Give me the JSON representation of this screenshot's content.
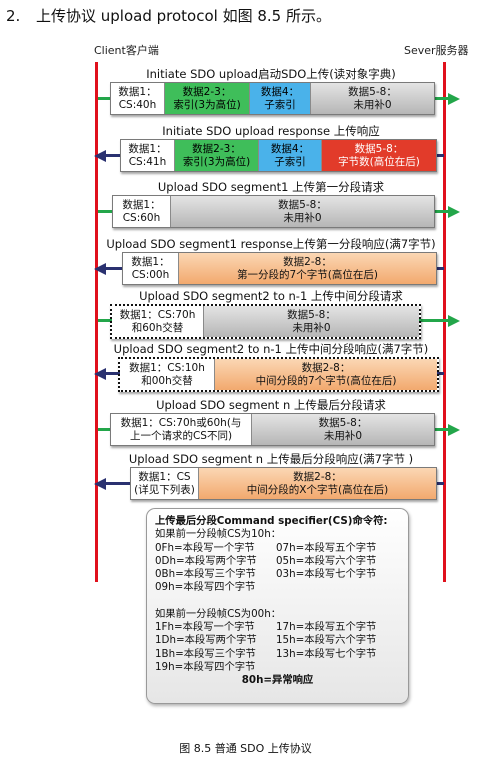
{
  "heading": {
    "number": "2.",
    "text": "上传协议 upload protocol 如图 8.5 所示。"
  },
  "client_label": "Client客户端",
  "server_label": "Sever服务器",
  "colors": {
    "line": "#e0101c",
    "request_arrow": "#23a64a",
    "response_arrow": "#2a3170",
    "green": "#3fbe5a",
    "blue": "#4ab2ea",
    "red": "#e23b2a",
    "orange": "#f2a96e"
  },
  "messages": [
    {
      "title": "Initiate SDO upload启动SDO上传(读对象字典)",
      "direction": "right",
      "cells": [
        {
          "text": "数据1：\nCS:40h"
        },
        {
          "text": "数据2-3：\n索引(3为高位)"
        },
        {
          "text": "数据4：\n子索引"
        },
        {
          "text": "数据5-8：\n未用补0"
        }
      ]
    },
    {
      "title": "Initiate SDO upload response 上传响应",
      "direction": "left",
      "cells": [
        {
          "text": "数据1：\nCS:41h"
        },
        {
          "text": "数据2-3：\n索引(3为高位)"
        },
        {
          "text": "数据4：\n子索引"
        },
        {
          "text": "数据5-8：\n字节数(高位在后)"
        }
      ]
    },
    {
      "title": "Upload SDO segment1 上传第一分段请求",
      "direction": "right",
      "cells": [
        {
          "text": "数据1：\nCS:60h"
        },
        {
          "text": "数据5-8：\n未用补0"
        }
      ]
    },
    {
      "title": "Upload SDO segment1 response上传第一分段响应(满7字节)",
      "direction": "left",
      "cells": [
        {
          "text": "数据1：\nCS:00h"
        },
        {
          "text": "数据2-8：\n第一分段的7个字节(高位在后)"
        }
      ]
    },
    {
      "title": "Upload SDO segment2 to n-1 上传中间分段请求",
      "direction": "right",
      "cells": [
        {
          "text": "数据1：CS:70h\n和60h交替"
        },
        {
          "text": "数据5-8：\n未用补0"
        }
      ]
    },
    {
      "title": "Upload SDO segment2 to n-1 上传中间分段响应(满7字节)",
      "direction": "left",
      "cells": [
        {
          "text": "数据1：CS:10h\n和00h交替"
        },
        {
          "text": "数据2-8：\n中间分段的7个字节(高位在后)"
        }
      ]
    },
    {
      "title": "Upload SDO segment n 上传最后分段请求",
      "direction": "right",
      "cells": [
        {
          "text": "数据1：CS:70h或60h(与\n上一个请求的CS不同)"
        },
        {
          "text": "数据5-8：\n未用补0"
        }
      ]
    },
    {
      "title": "Upload SDO segment n 上传最后分段响应(满7字节 )",
      "direction": "left",
      "cells": [
        {
          "text": "数据1：CS\n(详见下列表)"
        },
        {
          "text": "数据2-8：\n中间分段的X个字节(高位在后)"
        }
      ]
    }
  ],
  "note": {
    "title": "上传最后分段Command specifier(CS)命令符:",
    "group1_header": "如果前一分段帧CS为10h：",
    "group1_rows": [
      [
        "0Fh=本段写一个字节",
        "07h=本段写五个字节"
      ],
      [
        "0Dh=本段写两个字节",
        "05h=本段写六个字节"
      ],
      [
        "0Bh=本段写三个字节",
        "03h=本段写七个字节"
      ],
      [
        "09h=本段写四个字节",
        ""
      ]
    ],
    "group2_header": "如果前一分段帧CS为00h：",
    "group2_rows": [
      [
        "1Fh=本段写一个字节",
        "17h=本段写五个字节"
      ],
      [
        "1Dh=本段写两个字节",
        "15h=本段写六个字节"
      ],
      [
        "1Bh=本段写三个字节",
        "13h=本段写七个字节"
      ],
      [
        "19h=本段写四个字节",
        ""
      ]
    ],
    "footer": "80h=异常响应"
  },
  "caption": "图 8.5 普通 SDO 上传协议"
}
